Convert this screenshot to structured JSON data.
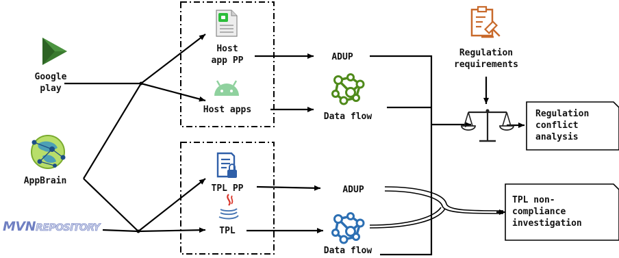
{
  "sources": {
    "google_play": "Google\nplay",
    "appbrain": "AppBrain",
    "mvn_prefix": "MVN",
    "mvn_suffix": "REPOSITORY"
  },
  "host_group": {
    "host_app_pp": "Host\napp PP",
    "host_apps": "Host apps"
  },
  "tpl_group": {
    "tpl_pp": "TPL PP",
    "tpl": "TPL"
  },
  "outputs": {
    "adup_top": "ADUP",
    "dataflow_top": "Data flow",
    "adup_bottom": "ADUP",
    "dataflow_bottom": "Data flow"
  },
  "regulation": {
    "requirements": "Regulation\nrequirements",
    "conflict_analysis": "Regulation\nconflict\nanalysis",
    "tpl_investigation": "TPL non-\ncompliance\ninvestigation"
  },
  "icons": {
    "google_play": "play-store-icon",
    "appbrain": "globe-network-icon",
    "host_pp": "document-icon",
    "host_apps": "android-icon",
    "tpl_pp": "lock-document-icon",
    "tpl": "java-icon",
    "dataflow": "network-graph-icon",
    "regulation": "regulation-clipboard-icon",
    "scale": "balance-scale-icon"
  },
  "colors": {
    "play_green": "#3a7a2f",
    "android_green": "#8fd19e",
    "dataflow_green": "#4f8a1a",
    "dataflow_blue": "#2c6fb3",
    "regulation_orange": "#c8692a",
    "java_red": "#d9352a",
    "java_blue": "#4a78b5",
    "doc_blue": "#2f5fa8"
  }
}
